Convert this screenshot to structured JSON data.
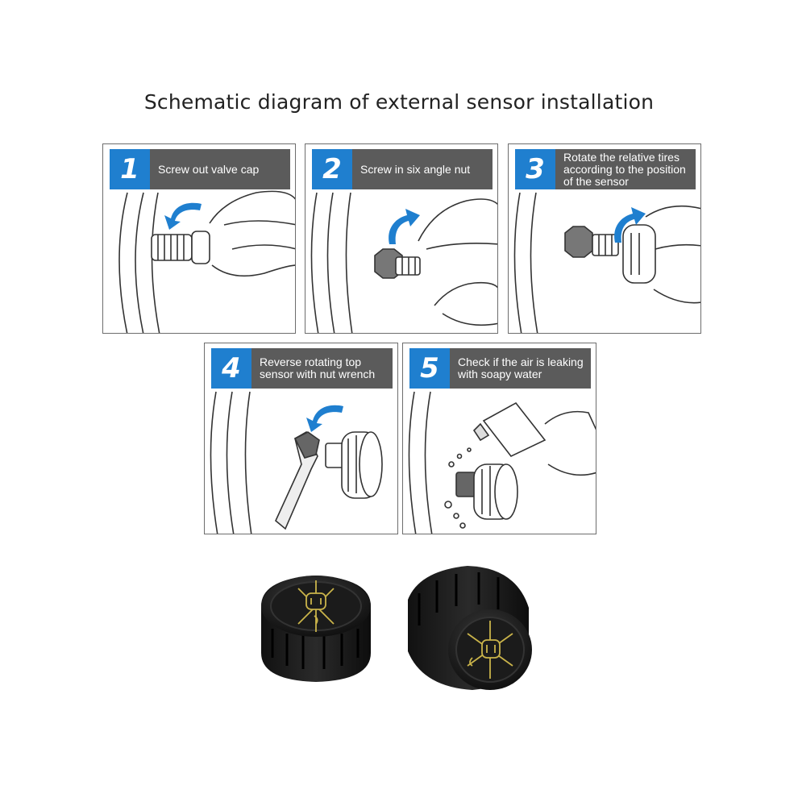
{
  "title": "Schematic diagram of external sensor installation",
  "steps": [
    {
      "number": "1",
      "text": "Screw out valve cap"
    },
    {
      "number": "2",
      "text": "Screw in six angle nut"
    },
    {
      "number": "3",
      "text": "Rotate the relative tires according to the position of the sensor"
    },
    {
      "number": "4",
      "text": "Reverse rotating top sensor with nut wrench"
    },
    {
      "number": "5",
      "text": "Check if the air is leaking with soapy water"
    }
  ],
  "colors": {
    "number_badge": "#1f7fcf",
    "banner": "#5b5b5b",
    "arrow": "#1f7fcf",
    "sensor_body": "#1a1a1a",
    "sensor_marking": "#c9b34a"
  },
  "icons": [
    "curved-arrow-icon",
    "tire-pressure-icon"
  ]
}
